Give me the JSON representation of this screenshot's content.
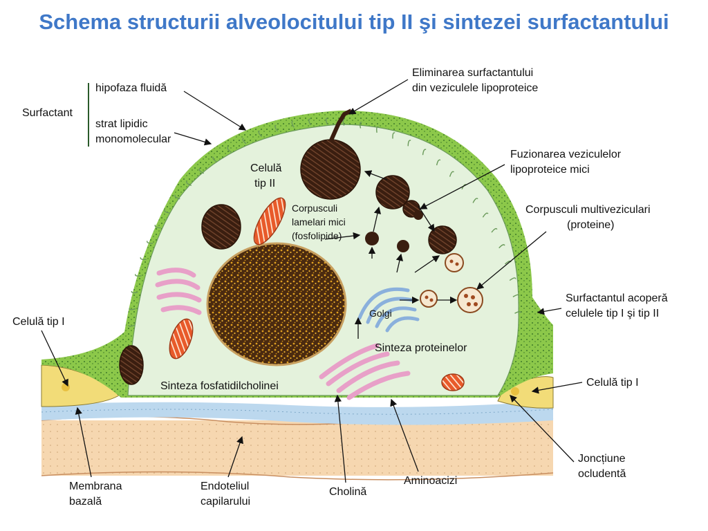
{
  "title": "Schema structurii alveolocitului tip II şi sintezei surfactantului",
  "labels": {
    "surfactant": "Surfactant",
    "hipofaza_fluida": "hipofaza fluidă",
    "strat_lipidic_line1": "strat lipidic",
    "strat_lipidic_line2": "monomolecular",
    "eliminarea_line1": "Eliminarea surfactantului",
    "eliminarea_line2": "din veziculele lipoproteice",
    "fuzionarea_line1": "Fuzionarea veziculelor",
    "fuzionarea_line2": "lipoproteice mici",
    "corpusculi_multi_line1": "Corpusculi multiveziculari",
    "corpusculi_multi_line2": "(proteine)",
    "surfactantul_acopera_line1": "Surfactantul acoperă",
    "surfactantul_acopera_line2": "celulele tip I şi tip II",
    "celula_tip_i_left": "Celulă tip I",
    "celula_tip_i_right": "Celulă tip I",
    "jonctiune_line1": "Joncțiune",
    "jonctiune_line2": "ocludentă",
    "membrana_line1": "Membrana",
    "membrana_line2": "bazală",
    "endoteliul_line1": "Endoteliul",
    "endoteliul_line2": "capilarului",
    "cholina": "Cholină",
    "aminoacizi": "Aminoacizi",
    "celula_tip_ii_line1": "Celulă",
    "celula_tip_ii_line2": "tip II",
    "corpusculi_lamelari_line1": "Corpusculi",
    "corpusculi_lamelari_line2": "lamelari mici",
    "corpusculi_lamelari_line3": "(fosfolipide)",
    "golgi": "Golgi",
    "sinteza_proteinelor": "Sinteza proteinelor",
    "sinteza_fosfatidilcholinei": "Sinteza fosfatidilcholinei"
  },
  "colors": {
    "title": "#3f78c8",
    "surfactant_layer": "#8cc84a",
    "cytoplasm": "#e4f2dc",
    "nucleus": "#4a2a10",
    "nucleus_speckle": "#e0a020",
    "mitochondria": "#e85a2a",
    "er": "#e8a0c8",
    "golgi": "#8ab0dc",
    "basal_membrane": "#bcd8ee",
    "endothelium": "#f6d7b0",
    "type_i_cell": "#f2dc78",
    "lamellar_body": "#3a1e10"
  }
}
